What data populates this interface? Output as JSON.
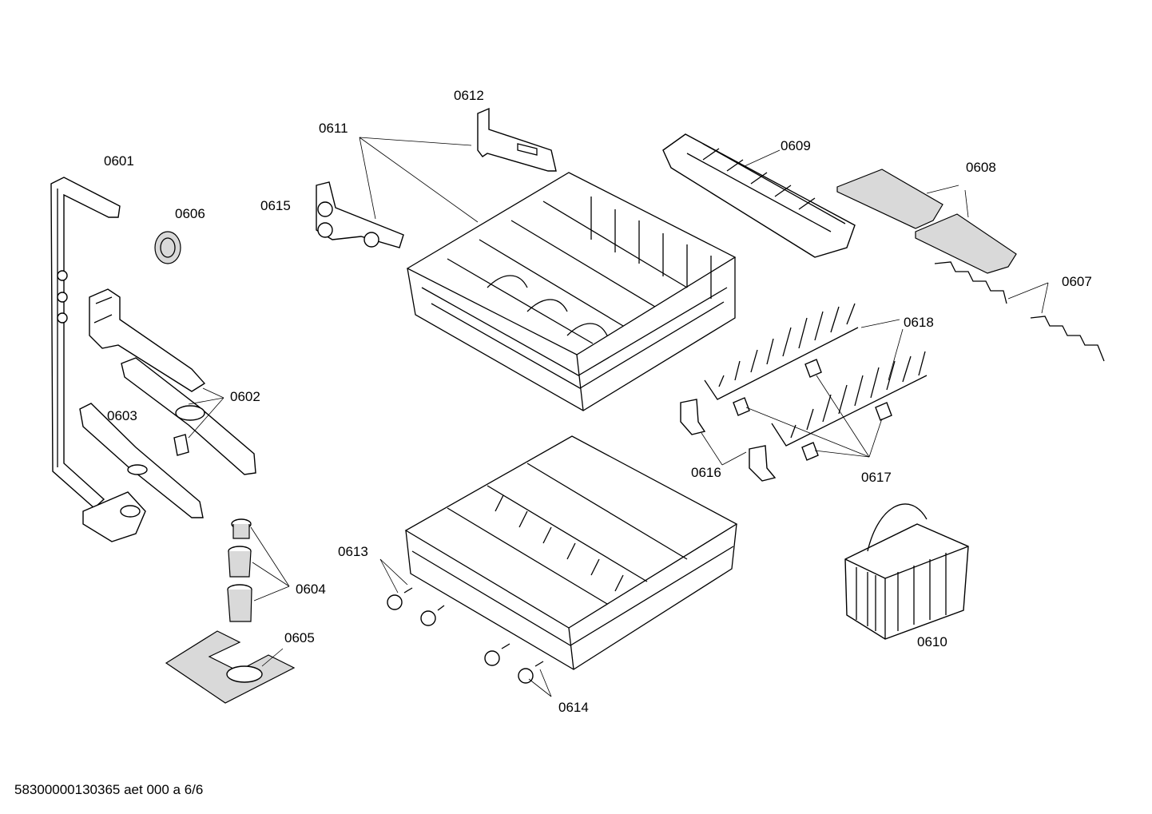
{
  "labels": {
    "l0601": "0601",
    "l0602": "0602",
    "l0603": "0603",
    "l0604": "0604",
    "l0605": "0605",
    "l0606": "0606",
    "l0607": "0607",
    "l0608": "0608",
    "l0609": "0609",
    "l0610": "0610",
    "l0611": "0611",
    "l0612": "0612",
    "l0613": "0613",
    "l0614": "0614",
    "l0615": "0615",
    "l0616": "0616",
    "l0617": "0617",
    "l0618": "0618"
  },
  "footer": "58300000130365 aet 000 a 6/6"
}
